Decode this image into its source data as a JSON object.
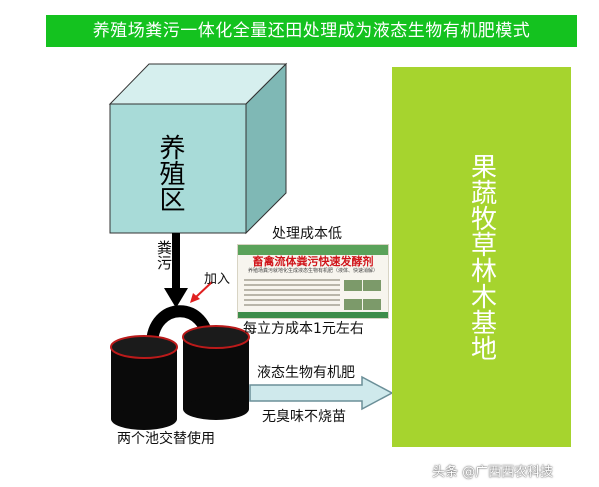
{
  "title": "养殖场粪污一体化全量还田处理成为液态生物有机肥模式",
  "farm_area": "养殖区",
  "manure_label": "粪污",
  "add_label": "加入",
  "low_cost_label": "处理成本低",
  "product_card": {
    "title": "畜禽流体粪污快速发酵剂",
    "subtitle": "养殖场粪污就地化生成液态生物有机肥（液体、快速消解）"
  },
  "cost_label": "每立方成本1元左右",
  "tanks_label": "两个池交替使用",
  "liquid_fertilizer_label": "液态生物有机肥",
  "no_odor_label": "无臭味不烧苗",
  "field_label": "果蔬牧草林木基地",
  "watermark": "头条 @广西西农科技",
  "colors": {
    "title_green": "#14c21f",
    "field_green": "#a6d42e",
    "farm_cube_front": "#a8dbd8",
    "farm_cube_top": "#d6efee",
    "farm_cube_side": "#7fb8b5"
  }
}
